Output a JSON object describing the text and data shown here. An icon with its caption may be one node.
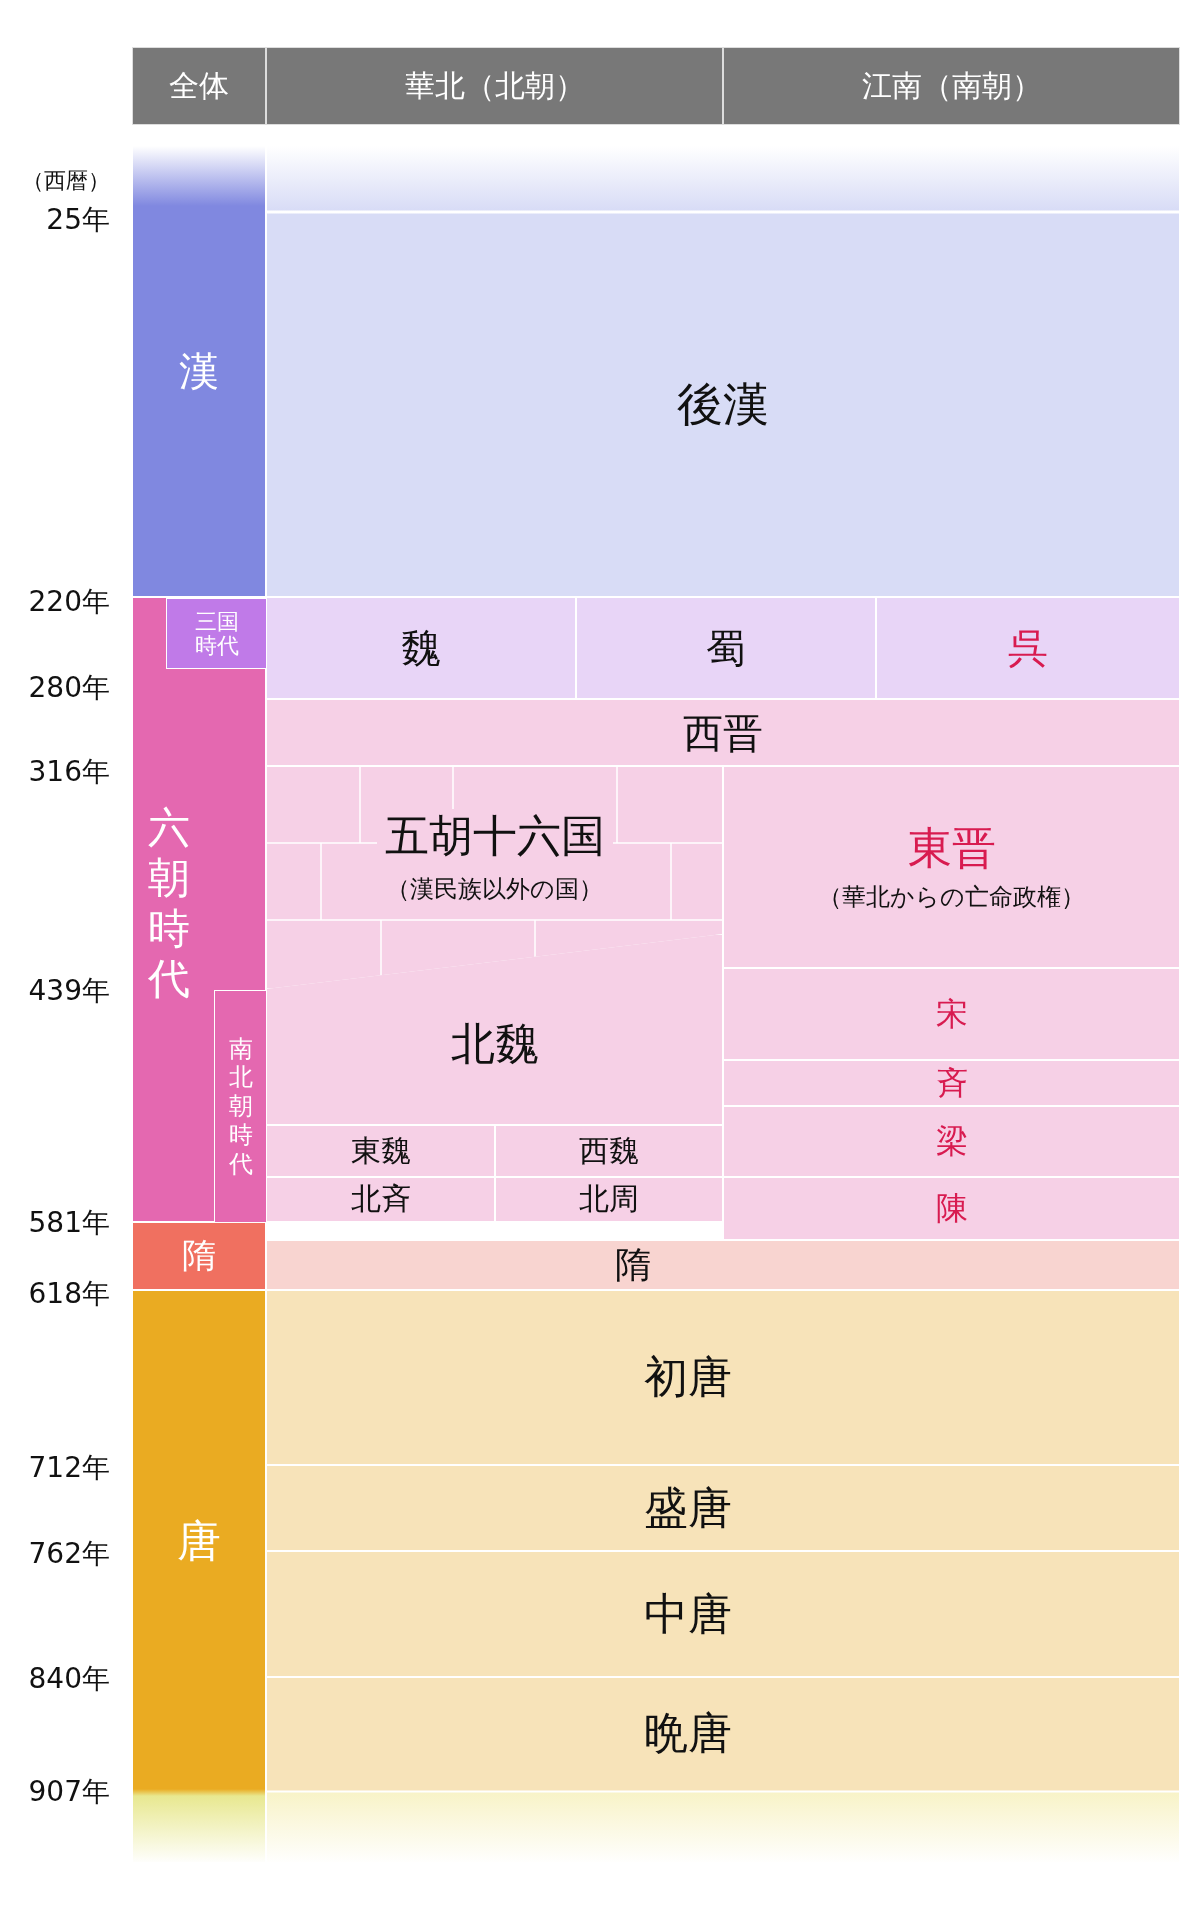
{
  "diagram": {
    "nodes": [
      {
        "text": [
          "全体"
        ]
      },
      {
        "text": [
          "華北（北朝）"
        ]
      },
      {
        "text": [
          "江南（南朝）"
        ]
      },
      {
        "text": [
          "漢"
        ]
      },
      {
        "text": [
          "後漢"
        ]
      },
      {
        "text": [
          "六朝時代"
        ]
      },
      {
        "text": [
          "三国時代"
        ],
        "in": 5
      },
      {
        "text": [
          "魏"
        ]
      },
      {
        "text": [
          "蜀"
        ]
      },
      {
        "text": [
          "呉"
        ]
      },
      {
        "text": [
          "西晋"
        ]
      },
      {
        "text": [
          "五胡十六国",
          "（漢民族以外の国）"
        ]
      },
      {
        "text": [
          "東晋",
          "（華北からの亡命政権）"
        ]
      },
      {
        "text": [
          "南北朝時代"
        ],
        "in": 5
      },
      {
        "text": [
          "北魏"
        ]
      },
      {
        "text": [
          "宋"
        ]
      },
      {
        "text": [
          "斉"
        ]
      },
      {
        "text": [
          "東魏"
        ]
      },
      {
        "text": [
          "西魏"
        ]
      },
      {
        "text": [
          "梁"
        ]
      },
      {
        "text": [
          "北斉"
        ]
      },
      {
        "text": [
          "北周"
        ]
      },
      {
        "text": [
          "陳"
        ]
      },
      {
        "text": [
          "隋"
        ]
      },
      {
        "text": [
          "隋"
        ]
      },
      {
        "text": [
          "唐"
        ]
      },
      {
        "text": [
          "初唐"
        ]
      },
      {
        "text": [
          "盛唐"
        ]
      },
      {
        "text": [
          "中唐"
        ]
      },
      {
        "text": [
          "晩唐"
        ]
      }
    ],
    "edges": [],
    "labels": [
      "（西暦）",
      "25年",
      "220年",
      "280年",
      "316年",
      "439年",
      "581年",
      "618年",
      "712年",
      "762年",
      "840年",
      "907年"
    ]
  }
}
